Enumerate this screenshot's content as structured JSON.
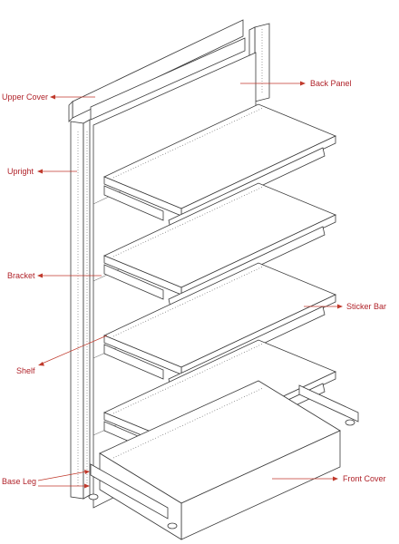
{
  "labels": {
    "upper_cover": "Upper Cover",
    "back_panel": "Back Panel",
    "upright": "Upright",
    "bracket": "Bracket",
    "sticker_bar": "Sticker Bar",
    "shelf": "Shelf",
    "base_leg": "Base Leg",
    "front_cover": "Front Cover"
  },
  "colors": {
    "label": "#b0232a",
    "leader": "#c0392b",
    "line_art": "#3a3a3a"
  }
}
